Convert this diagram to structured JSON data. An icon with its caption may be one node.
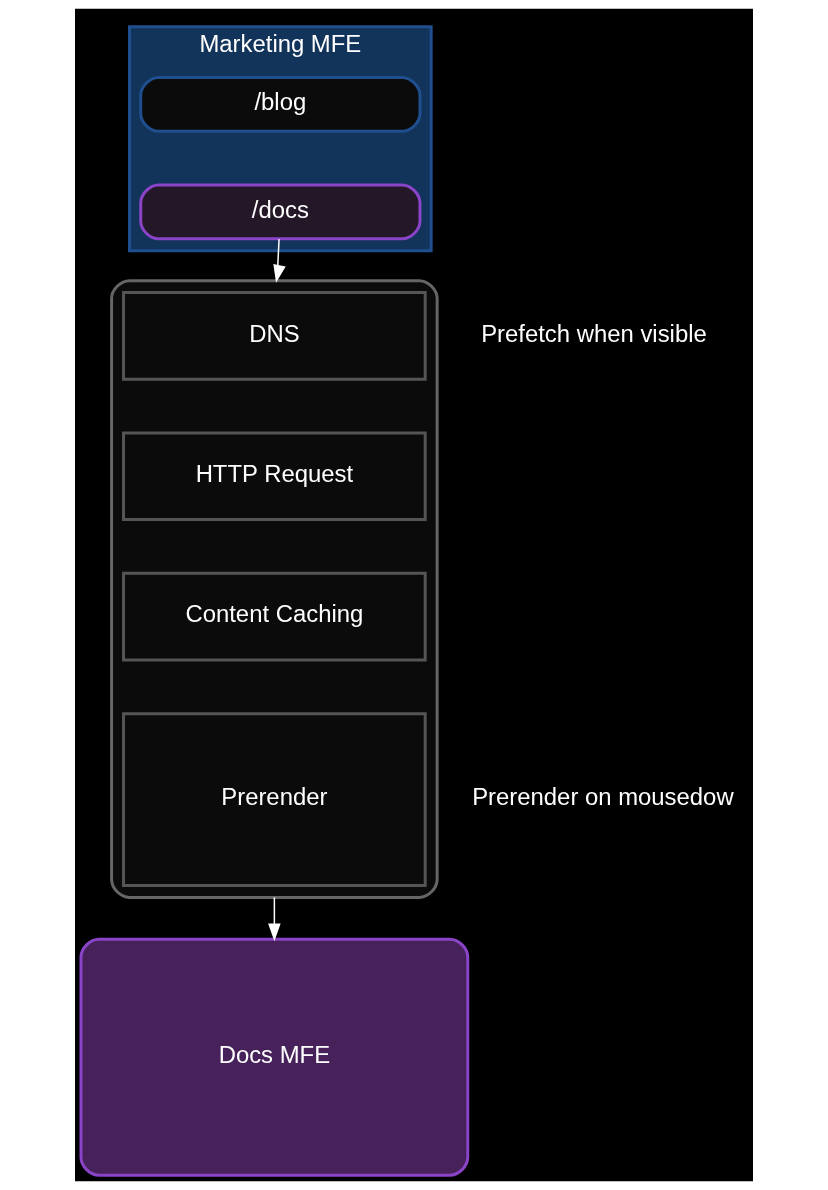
{
  "diagram": {
    "nodes": [
      {
        "text": [
          "Marketing MFE"
        ]
      },
      {
        "text": [
          "/blog"
        ],
        "in": 0
      },
      {
        "text": [
          "/docs"
        ],
        "in": 0
      },
      {
        "text": [],
        "shape": "box"
      },
      {
        "text": [
          "DNS"
        ],
        "in": 3
      },
      {
        "text": [
          "HTTP Request"
        ],
        "in": 3
      },
      {
        "text": [
          "Content Caching"
        ],
        "in": 3
      },
      {
        "text": [
          "Prerender"
        ],
        "in": 3
      },
      {
        "text": [
          "Docs MFE"
        ]
      }
    ],
    "edges": [
      {
        "from": 2,
        "to": 3,
        "arrow": "to"
      },
      {
        "from": 3,
        "to": 8,
        "arrow": "to"
      }
    ],
    "labels": [
      "Prefetch when visible",
      "Prerender on mousedow"
    ]
  }
}
